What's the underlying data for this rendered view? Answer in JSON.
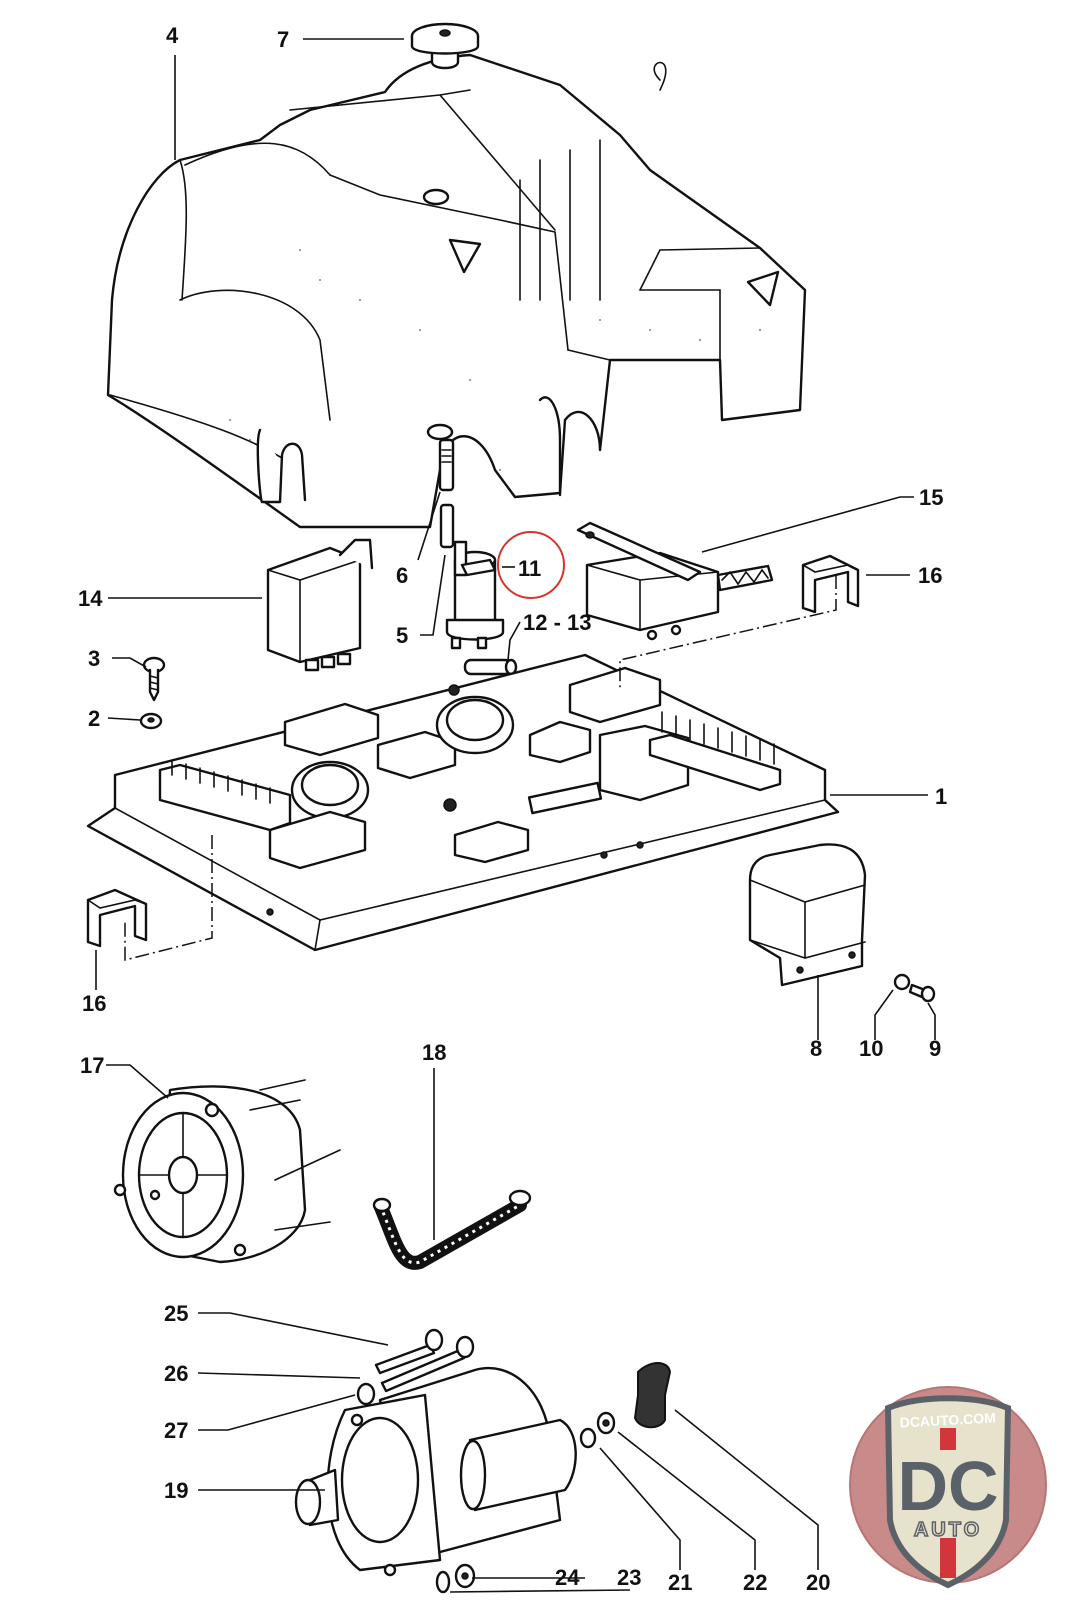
{
  "diagram": {
    "title": "Electrical components exploded parts diagram",
    "callouts": [
      {
        "id": "c1",
        "label": "1"
      },
      {
        "id": "c2",
        "label": "2"
      },
      {
        "id": "c3",
        "label": "3"
      },
      {
        "id": "c4",
        "label": "4"
      },
      {
        "id": "c5",
        "label": "5"
      },
      {
        "id": "c6",
        "label": "6"
      },
      {
        "id": "c7",
        "label": "7"
      },
      {
        "id": "c8",
        "label": "8"
      },
      {
        "id": "c9",
        "label": "9"
      },
      {
        "id": "c10",
        "label": "10"
      },
      {
        "id": "c11",
        "label": "11"
      },
      {
        "id": "c12",
        "label": "12 - 13"
      },
      {
        "id": "c14",
        "label": "14"
      },
      {
        "id": "c15",
        "label": "15"
      },
      {
        "id": "c16a",
        "label": "16"
      },
      {
        "id": "c16b",
        "label": "16"
      },
      {
        "id": "c17",
        "label": "17"
      },
      {
        "id": "c18",
        "label": "18"
      },
      {
        "id": "c19",
        "label": "19"
      },
      {
        "id": "c20",
        "label": "20"
      },
      {
        "id": "c21",
        "label": "21"
      },
      {
        "id": "c22",
        "label": "22"
      },
      {
        "id": "c23",
        "label": "23"
      },
      {
        "id": "c24",
        "label": "24"
      },
      {
        "id": "c25",
        "label": "25"
      },
      {
        "id": "c26",
        "label": "26"
      },
      {
        "id": "c27",
        "label": "27"
      }
    ],
    "highlighted_callout": "11",
    "highlight_color": "#d9342b"
  },
  "logo": {
    "top_text": "DCAUTO.COM",
    "main_text": "DC",
    "sub_text": "AUTO",
    "colors": {
      "circle_bg": "#c98a8a",
      "shield_fill": "#e6e2cc",
      "letters": "#5b6168",
      "stripe": "#d2363a"
    }
  }
}
